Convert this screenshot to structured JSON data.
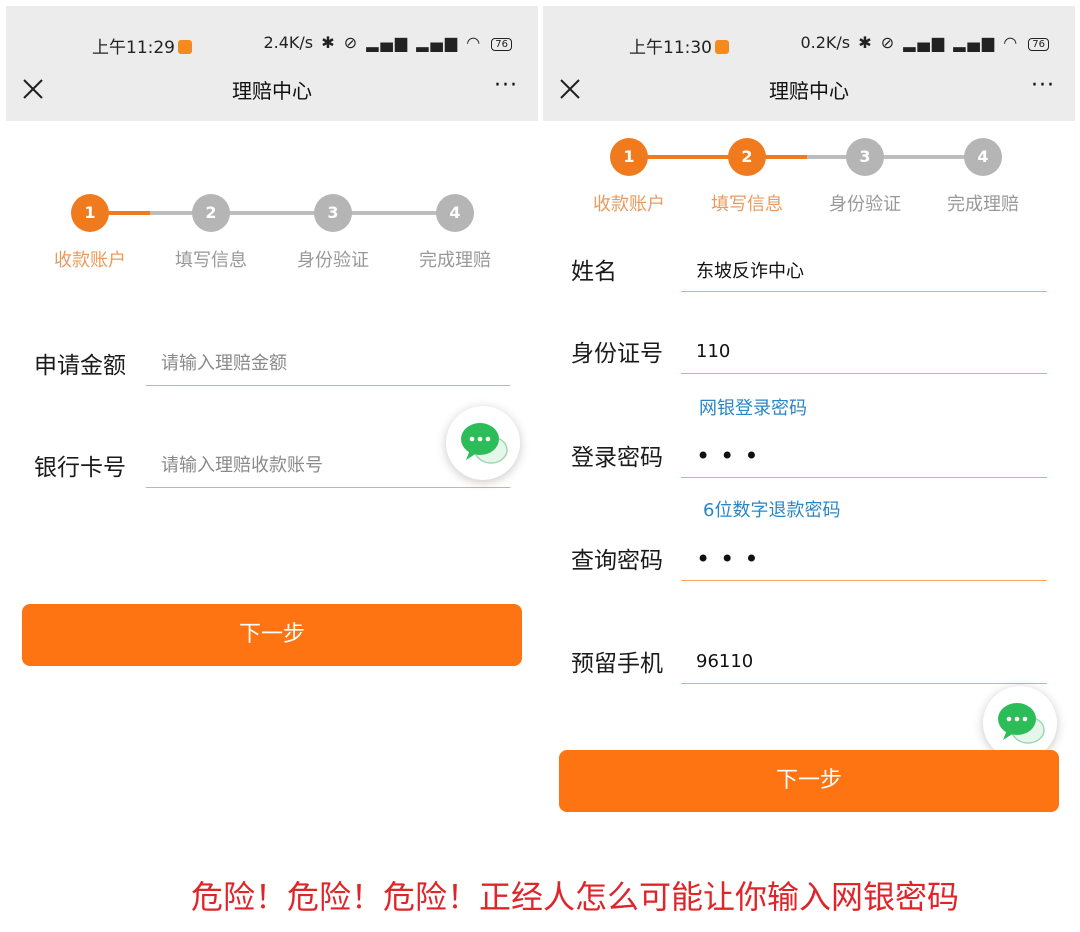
{
  "left": {
    "status": {
      "time": "上午11:29",
      "speed": "2.4K/s",
      "battery": "76"
    },
    "nav": {
      "title": "理赔中心",
      "more": "···"
    },
    "steps": [
      {
        "num": "1",
        "label": "收款账户"
      },
      {
        "num": "2",
        "label": "填写信息"
      },
      {
        "num": "3",
        "label": "身份验证"
      },
      {
        "num": "4",
        "label": "完成理赔"
      }
    ],
    "active_step": 1,
    "form": {
      "amount_label": "申请金额",
      "amount_placeholder": "请输入理赔金额",
      "card_label": "银行卡号",
      "card_placeholder": "请输入理赔收款账号"
    },
    "next_button": "下一步"
  },
  "right": {
    "status": {
      "time": "上午11:30",
      "speed": "0.2K/s",
      "battery": "76"
    },
    "nav": {
      "title": "理赔中心",
      "more": "···"
    },
    "steps": [
      {
        "num": "1",
        "label": "收款账户"
      },
      {
        "num": "2",
        "label": "填写信息"
      },
      {
        "num": "3",
        "label": "身份验证"
      },
      {
        "num": "4",
        "label": "完成理赔"
      }
    ],
    "active_step": 2,
    "form": {
      "name_label": "姓名",
      "name_value": "东坡反诈中心",
      "id_label": "身份证号",
      "id_value": "110",
      "login_hint": "网银登录密码",
      "login_label": "登录密码",
      "login_value": "•••",
      "query_hint": "6位数字退款密码",
      "query_label": "查询密码",
      "query_value": "•••",
      "phone_label": "预留手机",
      "phone_value": "96110"
    },
    "next_button": "下一步"
  },
  "warning": "危险！危险！危险！正经人怎么可能让你输入网银密码",
  "colors": {
    "accent": "#ff7412",
    "step_active": "#f07b1e",
    "hint_blue": "#2b86c4",
    "warning_red": "#e0252a",
    "wechat_green": "#2dbd58"
  }
}
